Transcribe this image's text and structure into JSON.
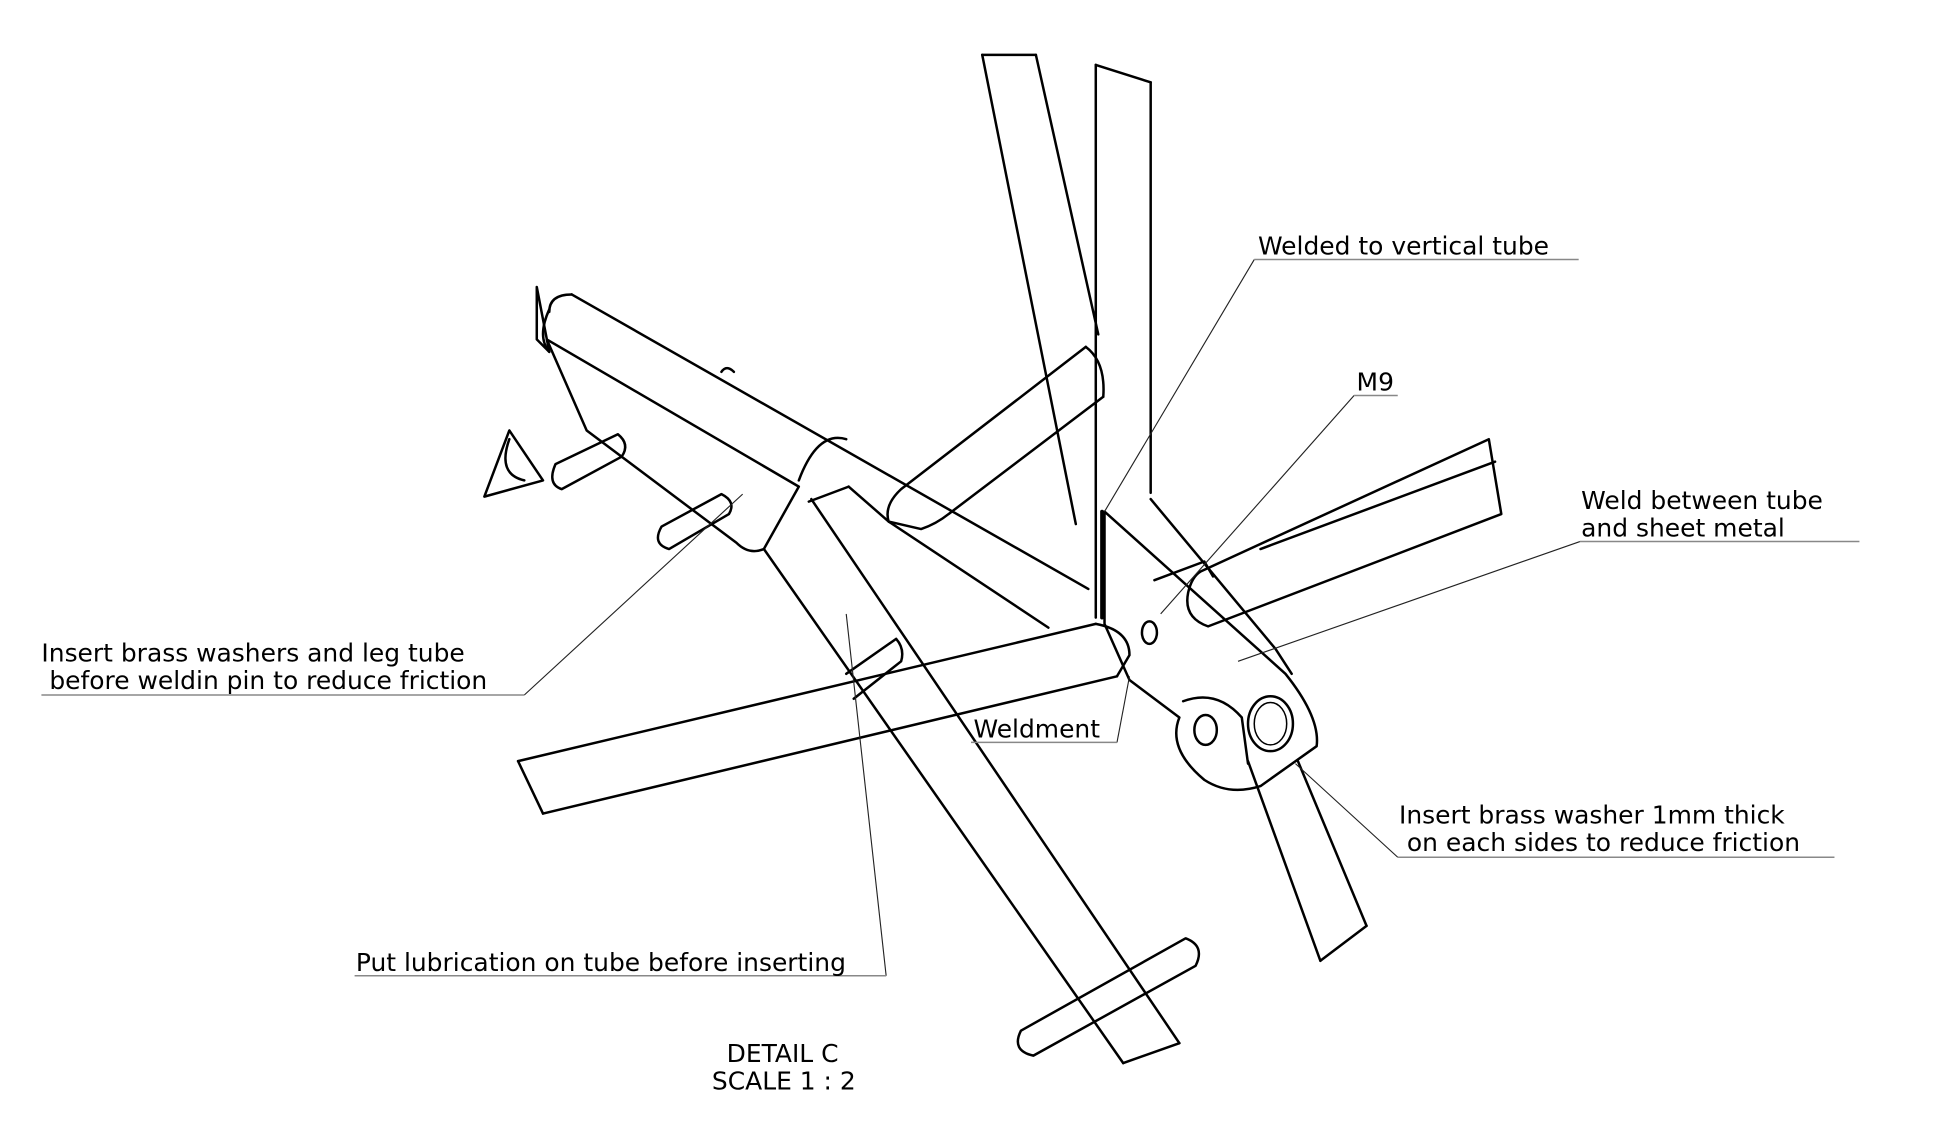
{
  "drawing": {
    "detail_label": "DETAIL C",
    "scale_label": "SCALE 1 : 2"
  },
  "annotations": {
    "welded_vertical": "Welded to vertical tube",
    "m9": "M9",
    "weld_between_line1": "Weld between tube",
    "weld_between_line2": "and sheet metal",
    "insert_washers_line1": "Insert brass washers and leg tube",
    "insert_washers_line2": " before weldin pin to reduce friction",
    "weldment": "Weldment",
    "lubrication": "Put lubrication on tube before inserting",
    "insert_washer_1mm_line1": "Insert brass washer 1mm thick",
    "insert_washer_1mm_line2": " on each sides to reduce friction"
  }
}
